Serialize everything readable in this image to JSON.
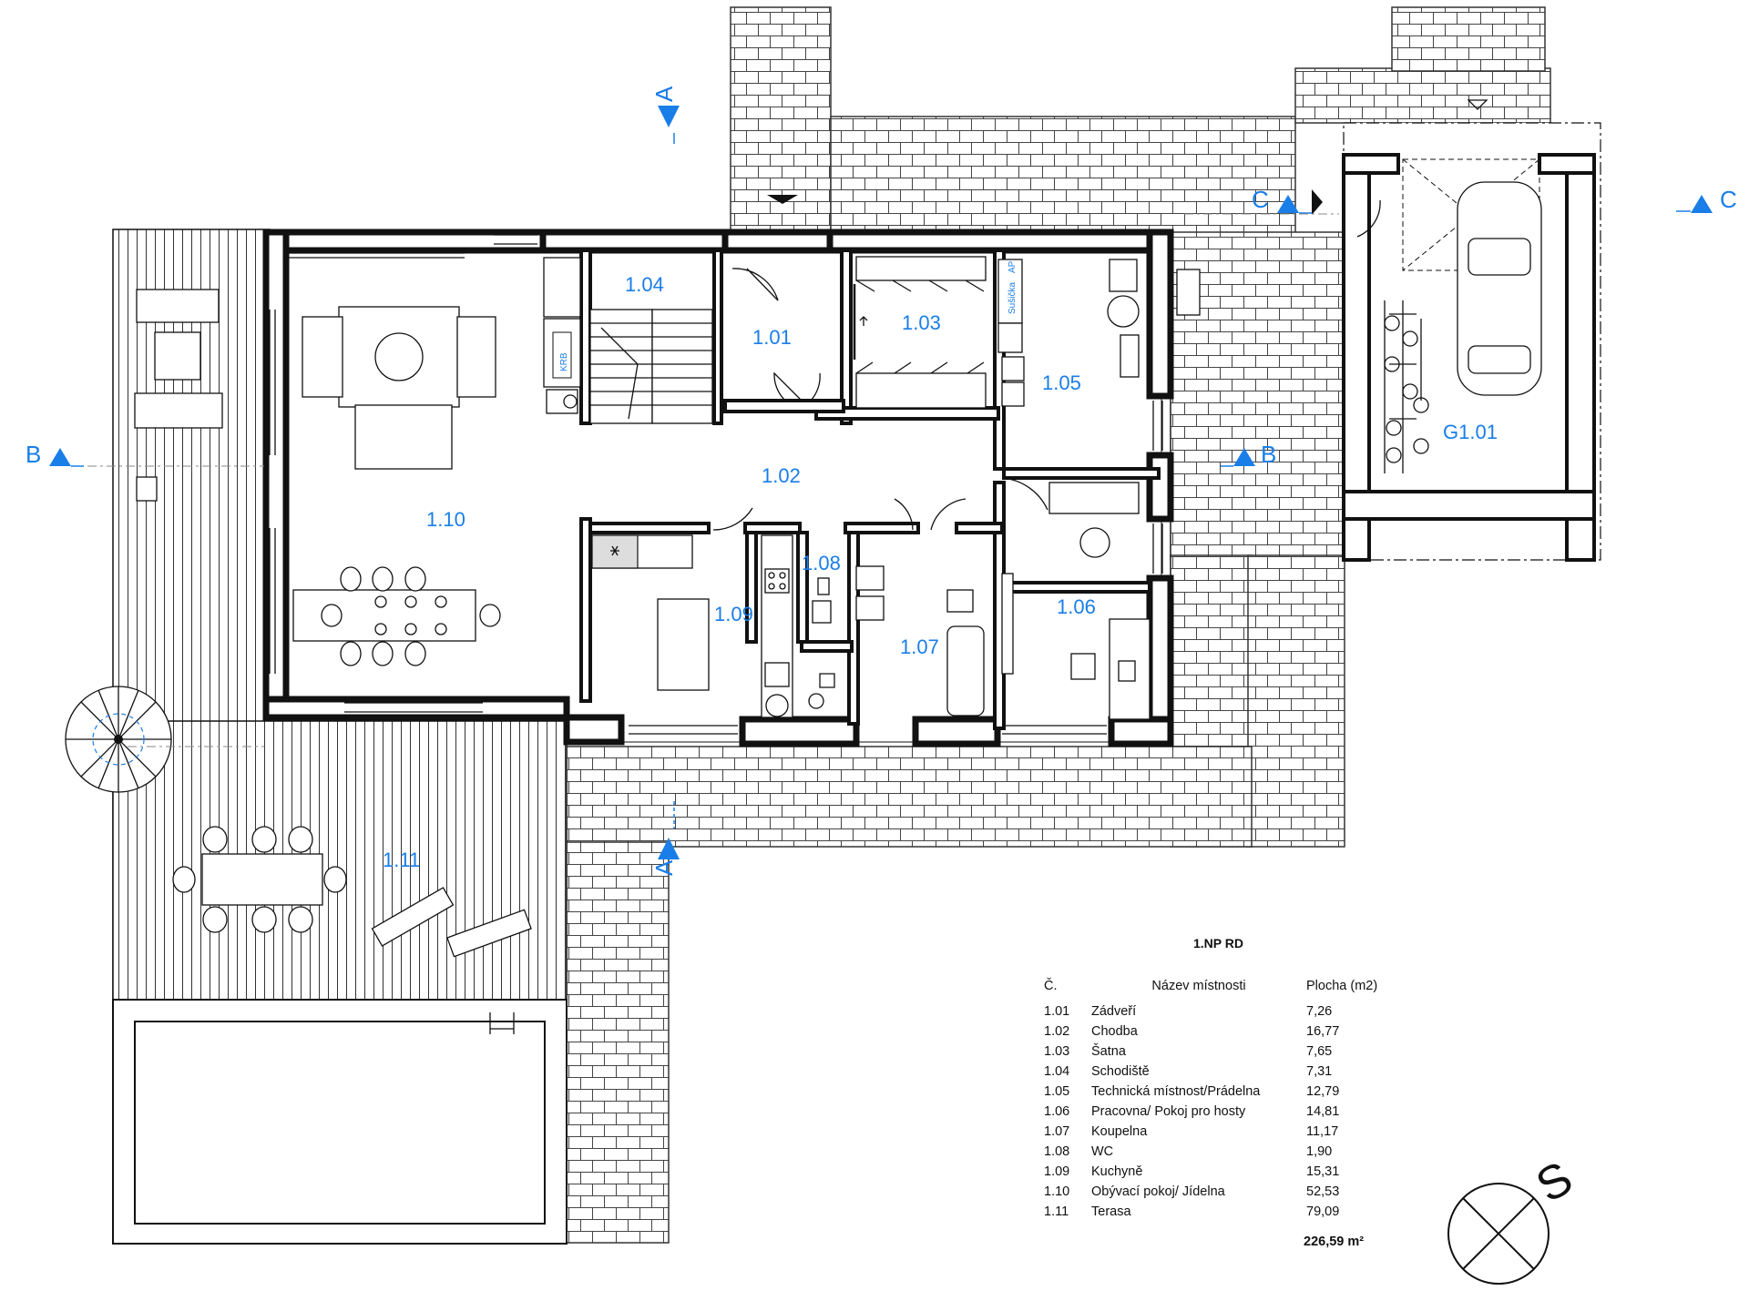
{
  "plan": {
    "rooms": [
      {
        "id": "1.01",
        "label": "1.01"
      },
      {
        "id": "1.02",
        "label": "1.02"
      },
      {
        "id": "1.03",
        "label": "1.03"
      },
      {
        "id": "1.04",
        "label": "1.04"
      },
      {
        "id": "1.05",
        "label": "1.05"
      },
      {
        "id": "1.06",
        "label": "1.06"
      },
      {
        "id": "1.07",
        "label": "1.07"
      },
      {
        "id": "1.08",
        "label": "1.08"
      },
      {
        "id": "1.09",
        "label": "1.09"
      },
      {
        "id": "1.10",
        "label": "1.10"
      },
      {
        "id": "1.11",
        "label": "1.11"
      },
      {
        "id": "G1.01",
        "label": "G1.01"
      }
    ],
    "sections": {
      "a": "A",
      "b": "B",
      "c": "C"
    },
    "fixtures": {
      "krb": "KRB",
      "susicka": "Sušička",
      "ap": "AP"
    },
    "north": "S"
  },
  "legend": {
    "title": "1.NP RD",
    "headers": {
      "no": "Č.",
      "name": "Název místnosti",
      "area": "Plocha (m2)"
    },
    "rows": [
      {
        "no": "1.01",
        "name": "Zádveří",
        "area": "7,26"
      },
      {
        "no": "1.02",
        "name": "Chodba",
        "area": "16,77"
      },
      {
        "no": "1.03",
        "name": "Šatna",
        "area": "7,65"
      },
      {
        "no": "1.04",
        "name": "Schodiště",
        "area": "7,31"
      },
      {
        "no": "1.05",
        "name": "Technická místnost/Prádelna",
        "area": "12,79"
      },
      {
        "no": "1.06",
        "name": "Pracovna/ Pokoj pro hosty",
        "area": "14,81"
      },
      {
        "no": "1.07",
        "name": "Koupelna",
        "area": "11,17"
      },
      {
        "no": "1.08",
        "name": "WC",
        "area": "1,90"
      },
      {
        "no": "1.09",
        "name": "Kuchyně",
        "area": "15,31"
      },
      {
        "no": "1.10",
        "name": "Obývací pokoj/ Jídelna",
        "area": "52,53"
      },
      {
        "no": "1.11",
        "name": "Terasa",
        "area": "79,09"
      }
    ],
    "total": "226,59 m²"
  },
  "colors": {
    "annotation": "#1a7ee8",
    "line": "#111111",
    "background": "#ffffff"
  }
}
